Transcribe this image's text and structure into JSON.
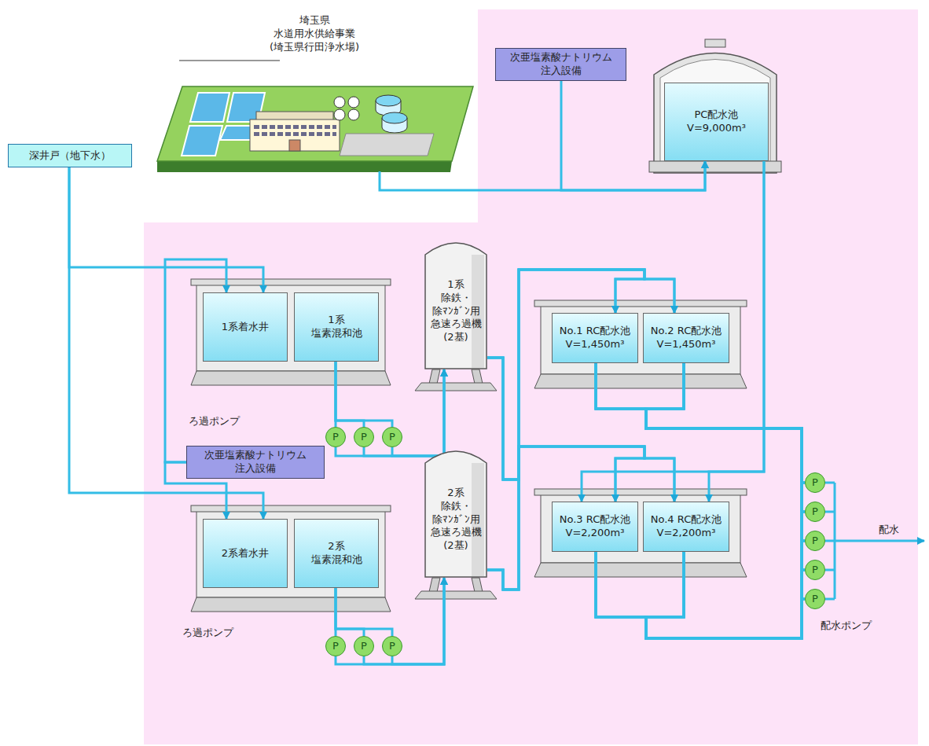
{
  "diagram": {
    "nodes": [
      {
        "text": [
          "埼玉県 水道用水供給事業 (埼玉県行田浄水場)"
        ]
      },
      {
        "text": [
          "深井戸（地下水）"
        ]
      },
      {
        "text": [
          "次亜塩素酸ナトリウム 注入設備"
        ]
      },
      {
        "text": [
          "PC配水池 V=9,000m³"
        ]
      },
      {
        "text": [
          "1系着水井"
        ]
      },
      {
        "text": [
          "1系 塩素混和池"
        ]
      },
      {
        "text": [
          "1系 除鉄・ 除ﾏﾝｶﾞﾝ用 急速ろ過機 (2基)"
        ]
      },
      {
        "text": [
          "No.1 RC配水池 V=1,450m³"
        ]
      },
      {
        "text": [
          "No.2 RC配水池 V=1,450m³"
        ]
      },
      {
        "text": [
          "次亜塩素酸ナトリウム 注入設備"
        ]
      },
      {
        "text": [
          "2系着水井"
        ]
      },
      {
        "text": [
          "2系 塩素混和池"
        ]
      },
      {
        "text": [
          "2系 除鉄・ 除ﾏﾝｶﾞﾝ用 急速ろ過機 (2基)"
        ]
      },
      {
        "text": [
          "No.3 RC配水池 V=2,200m³"
        ]
      },
      {
        "text": [
          "No.4 RC配水池 V=2,200m³"
        ]
      },
      {
        "text": [
          "P"
        ]
      },
      {
        "text": [
          "P"
        ]
      },
      {
        "text": [
          "P"
        ]
      },
      {
        "text": [
          "P"
        ]
      },
      {
        "text": [
          "P"
        ]
      },
      {
        "text": [
          "P"
        ]
      },
      {
        "text": [
          "P"
        ]
      },
      {
        "text": [
          "P"
        ]
      },
      {
        "text": [
          "P"
        ]
      },
      {
        "text": [
          "P"
        ]
      },
      {
        "text": [
          "P"
        ]
      }
    ],
    "edges": [
      {
        "from": 0,
        "to": 3,
        "arrow": "to"
      },
      {
        "from": 2,
        "to": 3,
        "arrow": "to"
      },
      {
        "from": 1,
        "to": 4,
        "arrow": "to"
      },
      {
        "from": 1,
        "to": 10,
        "arrow": "to"
      },
      {
        "from": 9,
        "to": 4,
        "arrow": "to"
      },
      {
        "from": 9,
        "to": 10,
        "arrow": "to"
      },
      {
        "from": 5,
        "to": 15,
        "arrow": "none"
      },
      {
        "from": 5,
        "to": 16,
        "arrow": "none"
      },
      {
        "from": 5,
        "to": 17,
        "arrow": "none"
      },
      {
        "from": 15,
        "to": 6,
        "arrow": "to"
      },
      {
        "from": 16,
        "to": 6,
        "arrow": "to"
      },
      {
        "from": 17,
        "to": 6,
        "arrow": "to"
      },
      {
        "from": 11,
        "to": 18,
        "arrow": "none"
      },
      {
        "from": 11,
        "to": 19,
        "arrow": "none"
      },
      {
        "from": 11,
        "to": 20,
        "arrow": "none"
      },
      {
        "from": 18,
        "to": 12,
        "arrow": "to"
      },
      {
        "from": 19,
        "to": 12,
        "arrow": "to"
      },
      {
        "from": 20,
        "to": 12,
        "arrow": "to"
      },
      {
        "from": 6,
        "to": 7,
        "arrow": "to"
      },
      {
        "from": 6,
        "to": 8,
        "arrow": "to"
      },
      {
        "from": 6,
        "to": 13,
        "arrow": "to"
      },
      {
        "from": 6,
        "to": 14,
        "arrow": "to"
      },
      {
        "from": 12,
        "to": 7,
        "arrow": "to"
      },
      {
        "from": 12,
        "to": 8,
        "arrow": "to"
      },
      {
        "from": 12,
        "to": 13,
        "arrow": "to"
      },
      {
        "from": 12,
        "to": 14,
        "arrow": "to"
      },
      {
        "from": 3,
        "to": 13,
        "arrow": "to"
      },
      {
        "from": 3,
        "to": 14,
        "arrow": "to"
      },
      {
        "from": 7,
        "to": 21,
        "arrow": "none"
      },
      {
        "from": 7,
        "to": 22,
        "arrow": "none"
      },
      {
        "from": 7,
        "to": 23,
        "arrow": "none"
      },
      {
        "from": 7,
        "to": 24,
        "arrow": "none"
      },
      {
        "from": 7,
        "to": 25,
        "arrow": "none"
      },
      {
        "from": 8,
        "to": 21,
        "arrow": "none"
      },
      {
        "from": 8,
        "to": 22,
        "arrow": "none"
      },
      {
        "from": 8,
        "to": 23,
        "arrow": "none"
      },
      {
        "from": 8,
        "to": 24,
        "arrow": "none"
      },
      {
        "from": 8,
        "to": 25,
        "arrow": "none"
      },
      {
        "from": 13,
        "to": 21,
        "arrow": "none"
      },
      {
        "from": 13,
        "to": 22,
        "arrow": "none"
      },
      {
        "from": 13,
        "to": 23,
        "arrow": "none"
      },
      {
        "from": 13,
        "to": 24,
        "arrow": "none"
      },
      {
        "from": 13,
        "to": 25,
        "arrow": "none"
      },
      {
        "from": 14,
        "to": 21,
        "arrow": "none"
      },
      {
        "from": 14,
        "to": 22,
        "arrow": "none"
      },
      {
        "from": 14,
        "to": 23,
        "arrow": "none"
      },
      {
        "from": 14,
        "to": 24,
        "arrow": "none"
      },
      {
        "from": 14,
        "to": 25,
        "arrow": "none"
      }
    ],
    "labels": [
      "ろ過ポンプ",
      "ろ過ポンプ",
      "配水ポンプ",
      "配水"
    ]
  }
}
